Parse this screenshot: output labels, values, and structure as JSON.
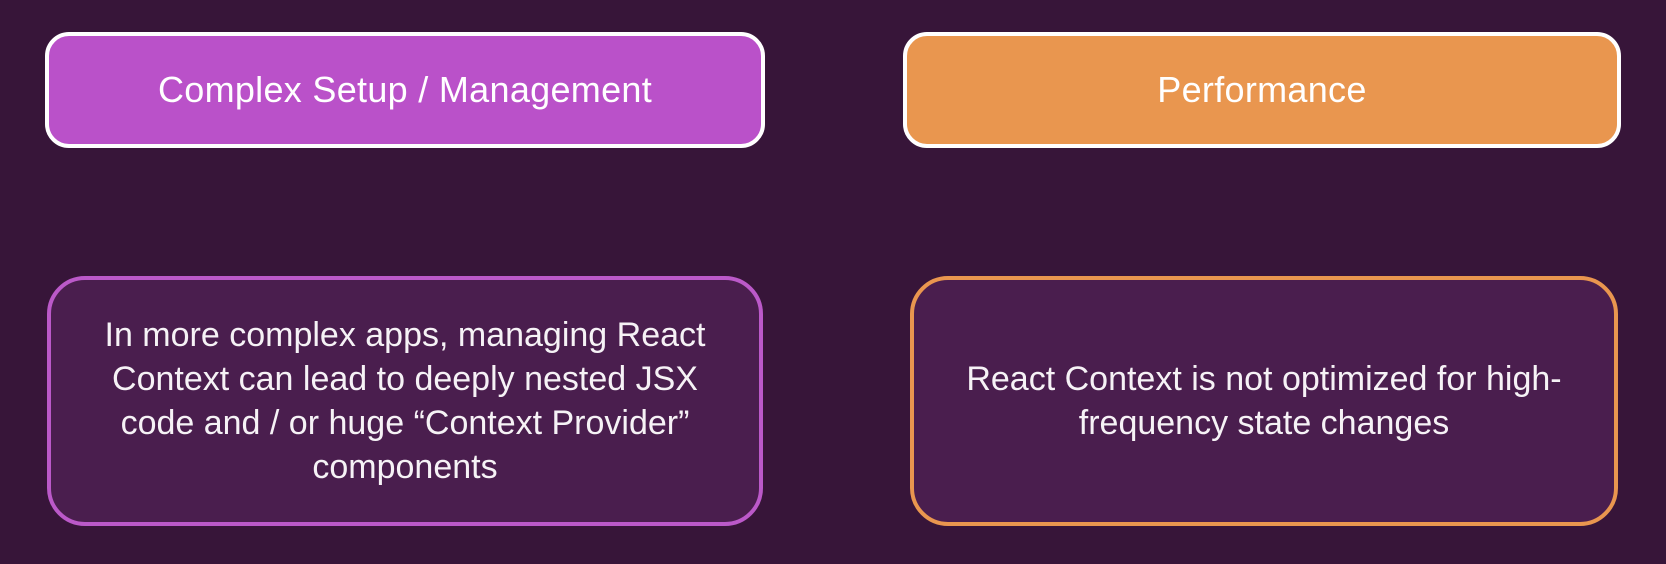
{
  "slide": {
    "background": "#371539",
    "body_text_color": "#f6f2f6"
  },
  "columns": [
    {
      "id": "complex-setup",
      "header": {
        "label": "Complex Setup / Management",
        "fill": "#ba51c9",
        "border_color": "#ffffff",
        "text_color": "#ffffff"
      },
      "detail": {
        "text": "In more complex apps, managing React Context can lead to deeply nested JSX code and / or huge “Context Provider” components",
        "fill": "#4a1e4e",
        "border_color": "#bb59c9",
        "text_color": "#f6f2f6"
      }
    },
    {
      "id": "performance",
      "header": {
        "label": "Performance",
        "fill": "#e9964f",
        "border_color": "#ffffff",
        "text_color": "#ffffff"
      },
      "detail": {
        "text": "React Context is not optimized for high-frequency state changes",
        "fill": "#4a1e4e",
        "border_color": "#e9964f",
        "text_color": "#f6f2f6"
      }
    }
  ]
}
